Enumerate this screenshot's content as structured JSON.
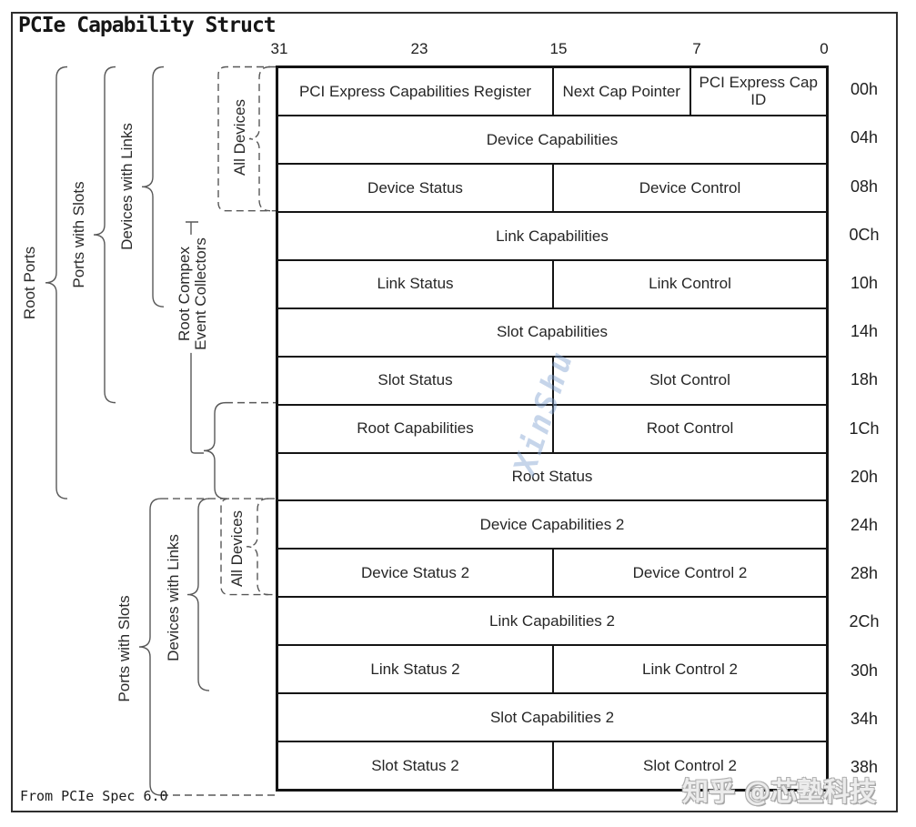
{
  "title": "PCIe Capability Struct",
  "source_note": "From PCIe Spec 6.0",
  "bit_labels": [
    "31",
    "23",
    "15",
    "7",
    "0"
  ],
  "table": {
    "rows": [
      {
        "offset": "00h",
        "cells": [
          {
            "label": "PCI Express Capabilities Register",
            "span": 0.5
          },
          {
            "label": "Next Cap Pointer",
            "span": 0.25
          },
          {
            "label": "PCI Express Cap ID",
            "span": 0.25
          }
        ]
      },
      {
        "offset": "04h",
        "cells": [
          {
            "label": "Device Capabilities",
            "span": 1
          }
        ]
      },
      {
        "offset": "08h",
        "cells": [
          {
            "label": "Device Status",
            "span": 0.5
          },
          {
            "label": "Device Control",
            "span": 0.5
          }
        ]
      },
      {
        "offset": "0Ch",
        "cells": [
          {
            "label": "Link Capabilities",
            "span": 1
          }
        ]
      },
      {
        "offset": "10h",
        "cells": [
          {
            "label": "Link Status",
            "span": 0.5
          },
          {
            "label": "Link Control",
            "span": 0.5
          }
        ]
      },
      {
        "offset": "14h",
        "cells": [
          {
            "label": "Slot Capabilities",
            "span": 1
          }
        ]
      },
      {
        "offset": "18h",
        "cells": [
          {
            "label": "Slot Status",
            "span": 0.5
          },
          {
            "label": "Slot Control",
            "span": 0.5
          }
        ]
      },
      {
        "offset": "1Ch",
        "cells": [
          {
            "label": "Root Capabilities",
            "span": 0.5
          },
          {
            "label": "Root Control",
            "span": 0.5
          }
        ]
      },
      {
        "offset": "20h",
        "cells": [
          {
            "label": "Root Status",
            "span": 1
          }
        ]
      },
      {
        "offset": "24h",
        "cells": [
          {
            "label": "Device Capabilities 2",
            "span": 1
          }
        ]
      },
      {
        "offset": "28h",
        "cells": [
          {
            "label": "Device Status 2",
            "span": 0.5
          },
          {
            "label": "Device Control 2",
            "span": 0.5
          }
        ]
      },
      {
        "offset": "2Ch",
        "cells": [
          {
            "label": "Link Capabilities 2",
            "span": 1
          }
        ]
      },
      {
        "offset": "30h",
        "cells": [
          {
            "label": "Link Status 2",
            "span": 0.5
          },
          {
            "label": "Link Control 2",
            "span": 0.5
          }
        ]
      },
      {
        "offset": "34h",
        "cells": [
          {
            "label": "Slot Capabilities 2",
            "span": 1
          }
        ]
      },
      {
        "offset": "38h",
        "cells": [
          {
            "label": "Slot Status 2",
            "span": 0.5
          },
          {
            "label": "Slot Control 2",
            "span": 0.5
          }
        ]
      }
    ]
  },
  "groups": [
    {
      "id": "root-ports",
      "label": "Root Ports"
    },
    {
      "id": "ports-with-slots-upper",
      "label": "Ports with Slots"
    },
    {
      "id": "devices-with-links-upper",
      "label": "Devices with Links"
    },
    {
      "id": "all-devices-upper",
      "label": "All Devices"
    },
    {
      "id": "root-complex-event-collectors",
      "label_line1": "Root Compex",
      "label_line2": "Event Collectors"
    },
    {
      "id": "all-devices-lower",
      "label": "All Devices"
    },
    {
      "id": "devices-with-links-lower",
      "label": "Devices with Links"
    },
    {
      "id": "ports-with-slots-lower",
      "label": "Ports with Slots"
    }
  ],
  "watermarks": {
    "diagonal": "XinShu",
    "bottom_right": "知乎 @芯塾科技"
  }
}
